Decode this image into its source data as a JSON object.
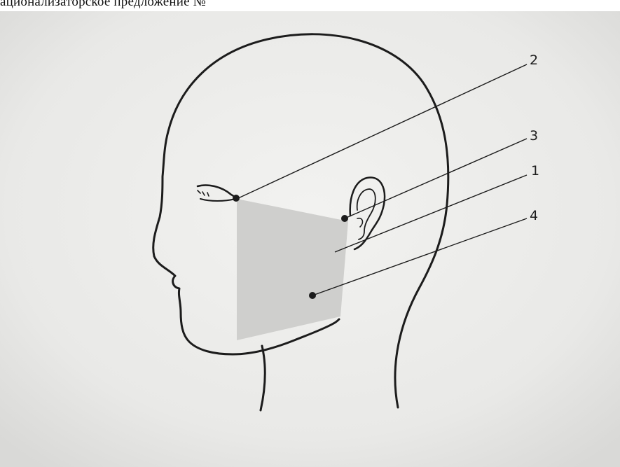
{
  "header": {
    "text": "ационализаторское  предложение  №"
  },
  "diagram": {
    "callouts": [
      {
        "label": "2",
        "target": "outer-eye-corner"
      },
      {
        "label": "3",
        "target": "ear-tragus"
      },
      {
        "label": "1",
        "target": "cheek-region"
      },
      {
        "label": "4",
        "target": "lower-jaw-region"
      }
    ],
    "colors": {
      "paper": "#eeeeec",
      "ink": "#1c1c1c",
      "shaded_area": "#cfcfcd"
    }
  }
}
